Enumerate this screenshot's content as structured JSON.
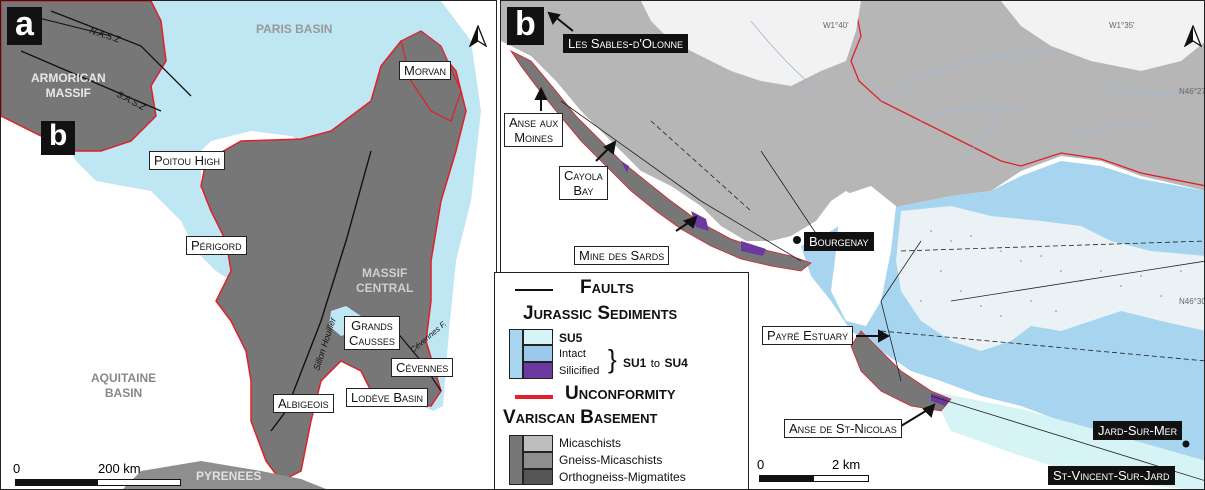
{
  "panel_a": {
    "letter": "a",
    "regions": {
      "paris_basin": "PARIS BASIN",
      "armorican_massif": "ARMORICAN\nMASSIF",
      "massif_central": "MASSIF\nCENTRAL",
      "aquitaine_basin": "AQUITAINE\nBASIN",
      "pyrenees": "PYRENEES"
    },
    "fault_labels": [
      "N.A.S.Z",
      "S.A.S.Z",
      "Sillon Houiller",
      "Cévennes F."
    ],
    "inset_marker": "b",
    "labels": {
      "poitou_high": "Poitou High",
      "morvan": "Morvan",
      "perigord": "Périgord",
      "grands_causses": "Grands\nCausses",
      "cevennes": "Cévennes",
      "albigeois": "Albigeois",
      "lodeve_basin": "Lodève Basin"
    },
    "scale": {
      "start": "0",
      "end": "200 km"
    }
  },
  "panel_b": {
    "letter": "b",
    "labels": {
      "les_sables": "Les Sables-d'Olonne",
      "anse_aux_moines": "Anse aux\nMoines",
      "cayola_bay": "Cayola\nBay",
      "mine_des_sards": "Mine des Sards",
      "bourgenay": "Bourgenay",
      "payre_estuary": "Payré Estuary",
      "anse_st_nicolas": "Anse de St-Nicolas",
      "jard_sur_mer": "Jard-Sur-Mer",
      "st_vincent": "St-Vincent-Sur-Jard"
    },
    "coords": {
      "w140": "W1°40'",
      "w135": "W1°35'",
      "n4627": "N46°27'",
      "n4630": "N46°30'"
    },
    "scale": {
      "start": "0",
      "end": "2 km"
    }
  },
  "legend": {
    "faults": "Faults",
    "jurassic": "Jurassic Sediments",
    "su5": "SU5",
    "intact": "Intact",
    "silicified": "Silicified",
    "su1_su4_a": "SU1",
    "su1_su4_mid": "to",
    "su1_su4_b": "SU4",
    "unconformity": "Unconformity",
    "variscan": "Variscan Basement",
    "micaschists": "Micaschists",
    "gneiss": "Gneiss-Micaschists",
    "orthogneiss": "Orthogneiss-Migmatites"
  },
  "colors": {
    "sea": "#ffffff",
    "jurassic_light": "#bfe6f3",
    "jurassic_mid": "#a7d4ee",
    "intact": "#9cc8ec",
    "silicified": "#6a3aa0",
    "basement": "#777777",
    "basement_light": "#bdbdbd",
    "basement_mid": "#8e8e8e",
    "basement_dark": "#555555",
    "unconformity": "#e0202a",
    "cyan_pale": "#d6f4f6"
  }
}
